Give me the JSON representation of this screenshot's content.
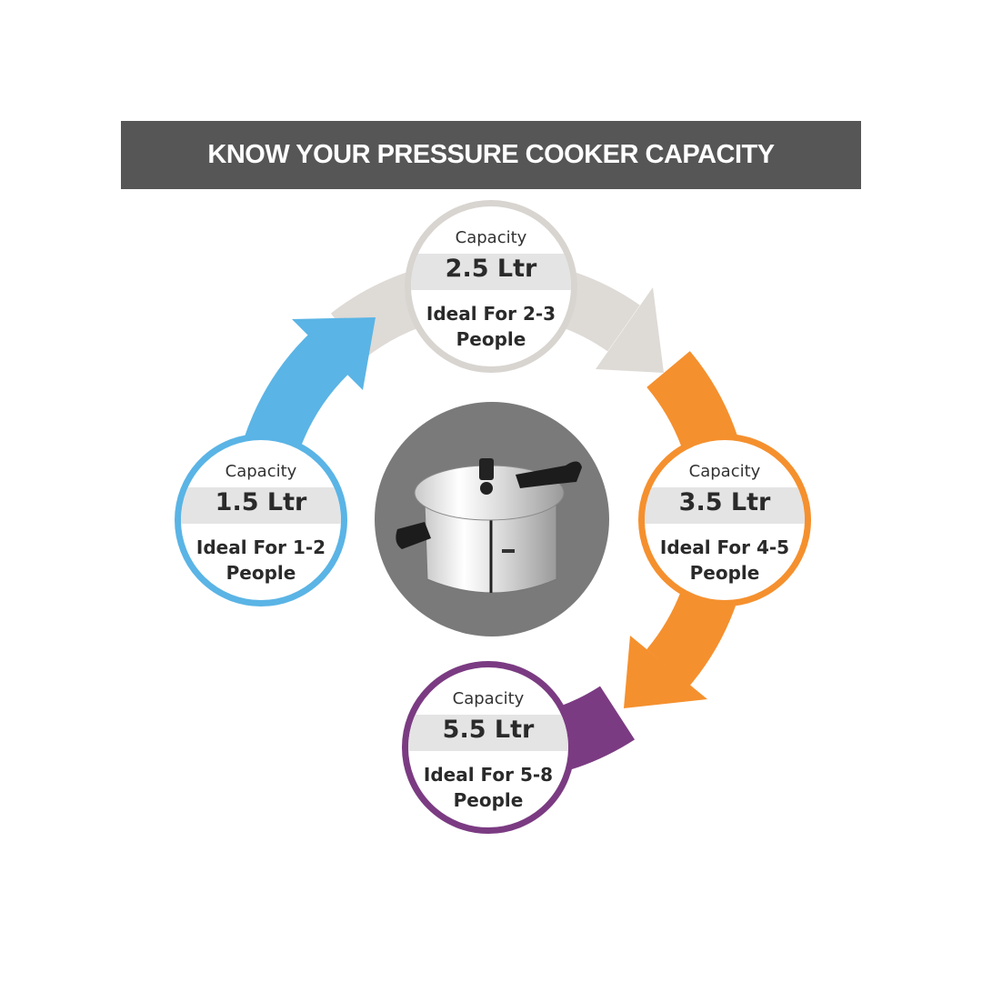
{
  "title": "KNOW YOUR PRESSURE COOKER CAPACITY",
  "colors": {
    "blue": "#5ab4e5",
    "gray": "#dedad6",
    "orange": "#f5902e",
    "purple": "#7b3b82",
    "banner": "#565656"
  },
  "capacities": [
    {
      "label": "Capacity",
      "value": "1.5 Ltr",
      "ideal": "Ideal For 1-2",
      "people": "People"
    },
    {
      "label": "Capacity",
      "value": "2.5 Ltr",
      "ideal": "Ideal For 2-3",
      "people": "People"
    },
    {
      "label": "Capacity",
      "value": "3.5 Ltr",
      "ideal": "Ideal For 4-5",
      "people": "People"
    },
    {
      "label": "Capacity",
      "value": "5.5 Ltr",
      "ideal": "Ideal For 5-8",
      "people": "People"
    }
  ]
}
